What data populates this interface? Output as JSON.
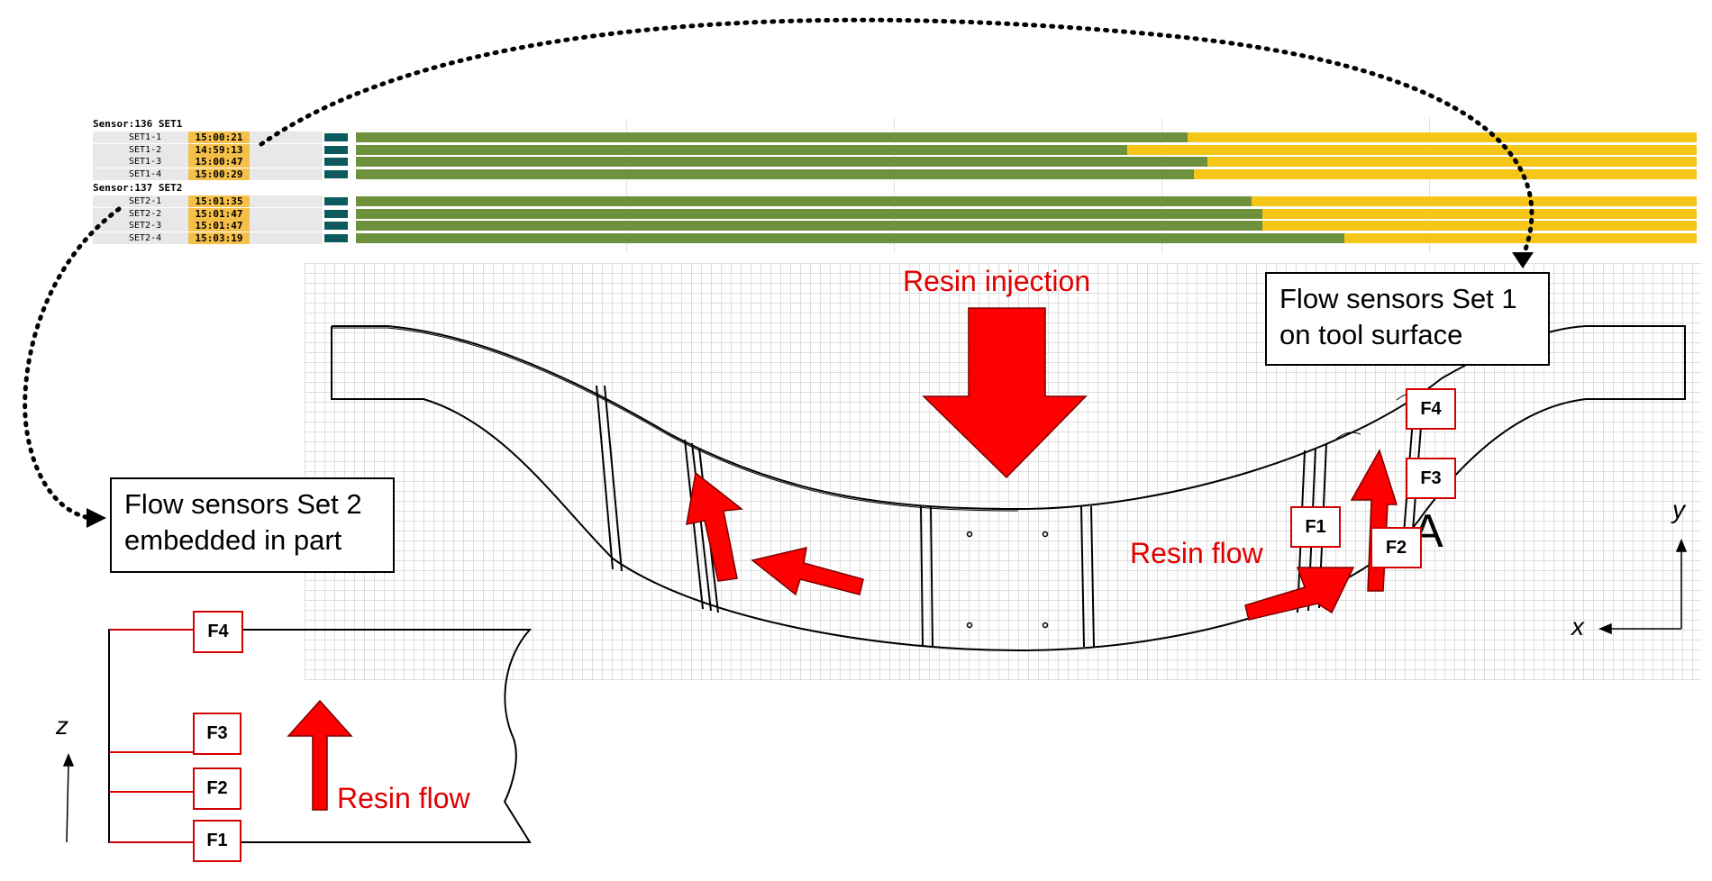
{
  "monitor": {
    "groups": [
      {
        "title": "Sensor:136 SET1",
        "rows": [
          {
            "name": "SET1-1",
            "time": "15:00:21",
            "fill": 0.62
          },
          {
            "name": "SET1-2",
            "time": "14:59:13",
            "fill": 0.575
          },
          {
            "name": "SET1-3",
            "time": "15:00:47",
            "fill": 0.635
          },
          {
            "name": "SET1-4",
            "time": "15:00:29",
            "fill": 0.625
          }
        ]
      },
      {
        "title": "Sensor:137 SET2",
        "rows": [
          {
            "name": "SET2-1",
            "time": "15:01:35",
            "fill": 0.668
          },
          {
            "name": "SET2-2",
            "time": "15:01:47",
            "fill": 0.676
          },
          {
            "name": "SET2-3",
            "time": "15:01:47",
            "fill": 0.676
          },
          {
            "name": "SET2-4",
            "time": "15:03:19",
            "fill": 0.737
          }
        ]
      }
    ]
  },
  "labels": {
    "resin_injection": "Resin injection",
    "resin_flow_right": "Resin flow",
    "resin_flow_left": "Resin flow",
    "set1_line1": "Flow sensors Set 1",
    "set1_line2": "on tool surface",
    "set2_line1": "Flow sensors Set 2",
    "set2_line2": "embedded in part",
    "section_mark": "A",
    "axis_x": "x",
    "axis_y": "y",
    "axis_z": "z"
  },
  "sensors": {
    "right": [
      "F1",
      "F2",
      "F3",
      "F4"
    ],
    "left": [
      "F1",
      "F2",
      "F3",
      "F4"
    ]
  },
  "colors": {
    "filled": "#6e913e",
    "pending": "#f5c518",
    "time_bg": "#f5c04a",
    "arrow": "#ff0000"
  }
}
